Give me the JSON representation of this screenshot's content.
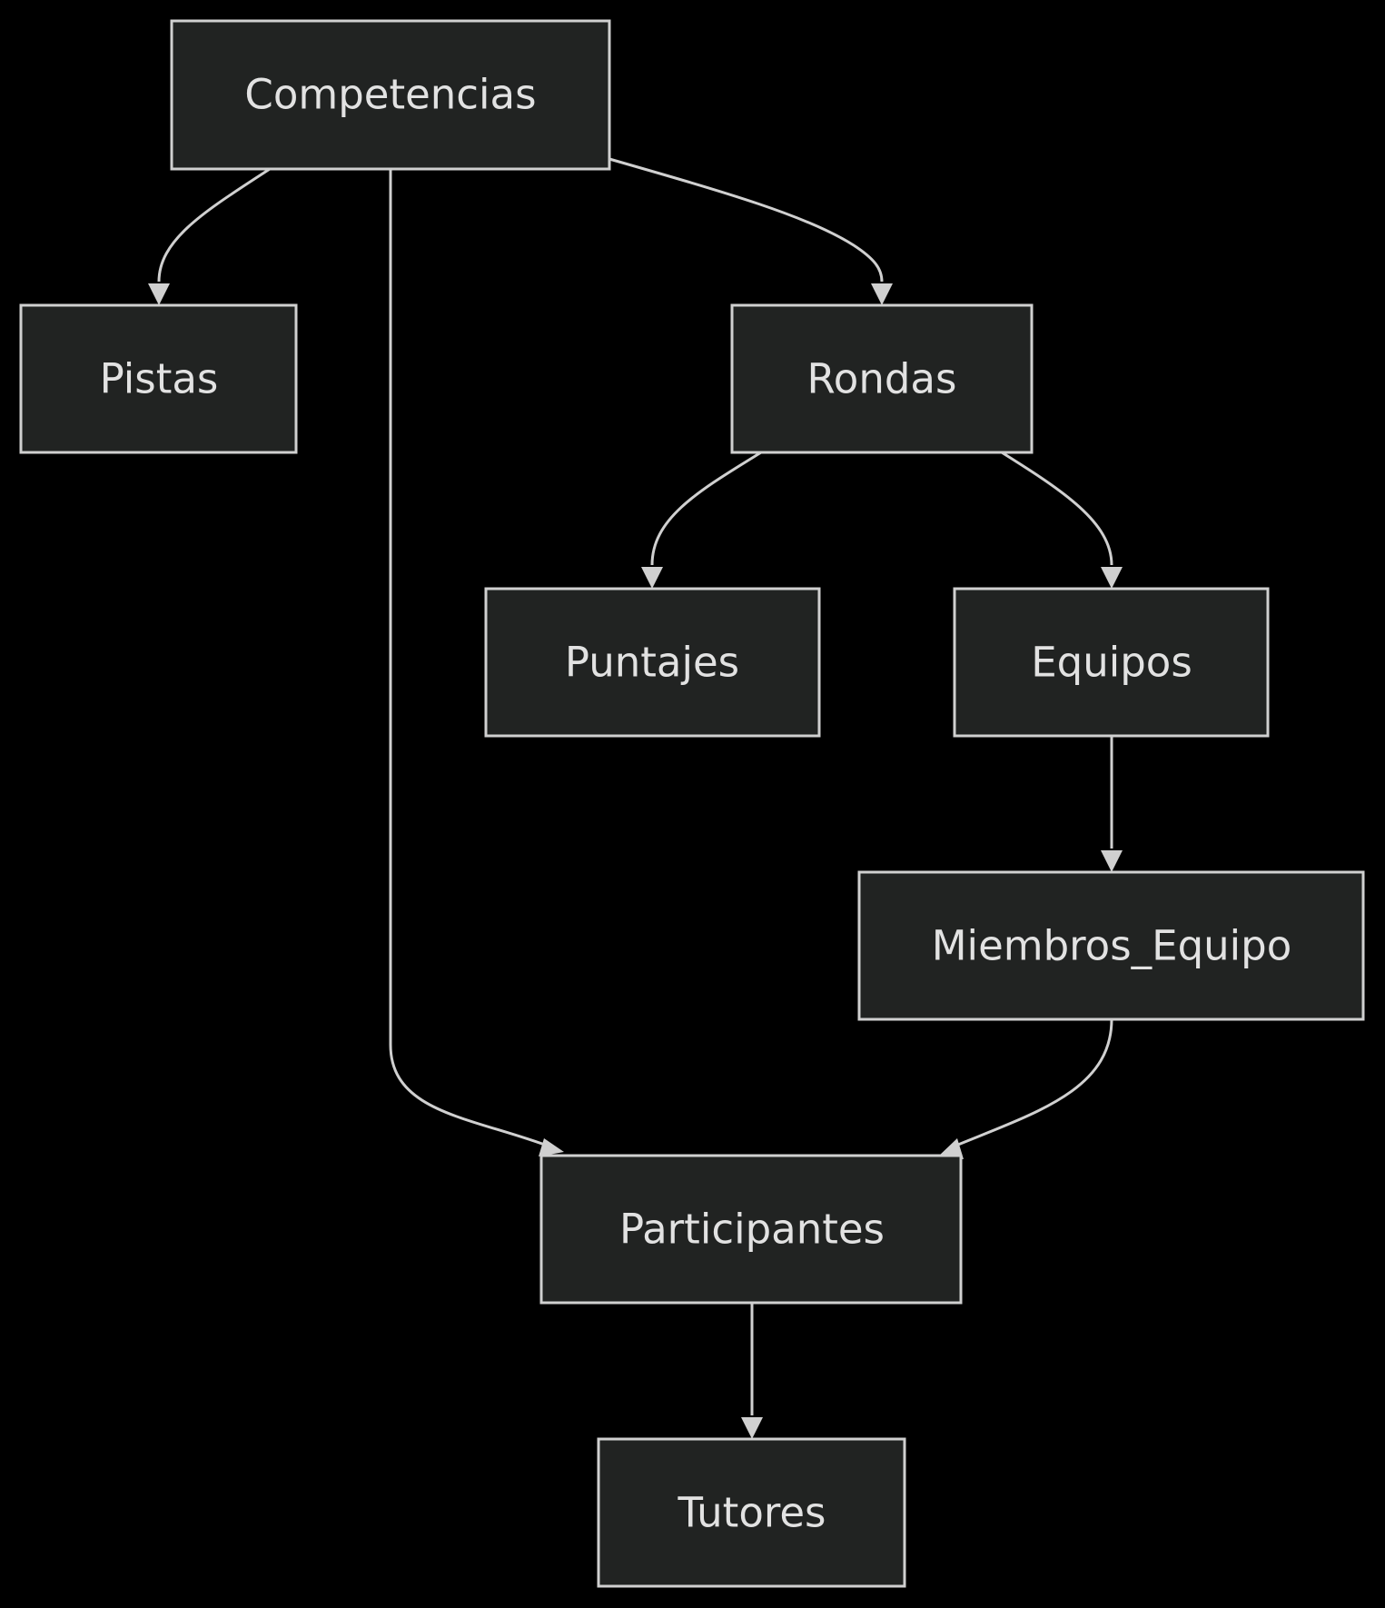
{
  "diagram": {
    "type": "flowchart",
    "direction": "top-down",
    "colors": {
      "background": "#000000",
      "node_fill": "#212322",
      "node_stroke": "#d0d0d0",
      "text": "#e2e2e2",
      "edge": "#d0d0d0"
    },
    "nodes": {
      "competencias": "Competencias",
      "pistas": "Pistas",
      "rondas": "Rondas",
      "puntajes": "Puntajes",
      "equipos": "Equipos",
      "miembros_equipo": "Miembros_Equipo",
      "participantes": "Participantes",
      "tutores": "Tutores"
    },
    "edges": [
      {
        "from": "Competencias",
        "to": "Pistas"
      },
      {
        "from": "Competencias",
        "to": "Rondas"
      },
      {
        "from": "Competencias",
        "to": "Participantes"
      },
      {
        "from": "Rondas",
        "to": "Puntajes"
      },
      {
        "from": "Rondas",
        "to": "Equipos"
      },
      {
        "from": "Equipos",
        "to": "Miembros_Equipo"
      },
      {
        "from": "Miembros_Equipo",
        "to": "Participantes"
      },
      {
        "from": "Participantes",
        "to": "Tutores"
      }
    ]
  }
}
